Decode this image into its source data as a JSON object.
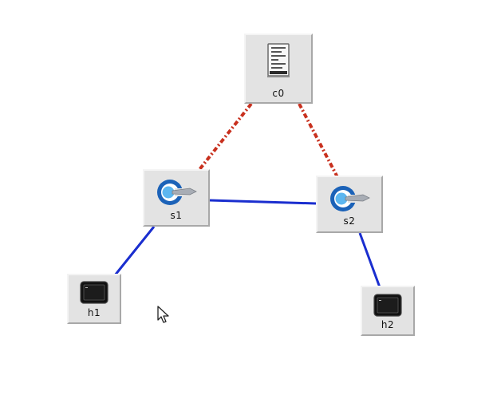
{
  "colors": {
    "data_link": "#1a2ecf",
    "control_link": "#c8301e",
    "node_background": "#e3e3e3"
  },
  "nodes": {
    "c0": {
      "label": "c0",
      "kind": "controller",
      "icon": "server-icon"
    },
    "s1": {
      "label": "s1",
      "kind": "switch",
      "icon": "switch-icon"
    },
    "s2": {
      "label": "s2",
      "kind": "switch",
      "icon": "switch-icon"
    },
    "h1": {
      "label": "h1",
      "kind": "host",
      "icon": "terminal-icon"
    },
    "h2": {
      "label": "h2",
      "kind": "host",
      "icon": "terminal-icon"
    }
  },
  "links": [
    {
      "from": "c0",
      "to": "s1",
      "type": "control"
    },
    {
      "from": "c0",
      "to": "s2",
      "type": "control"
    },
    {
      "from": "s1",
      "to": "s2",
      "type": "data"
    },
    {
      "from": "s1",
      "to": "h1",
      "type": "data"
    },
    {
      "from": "s2",
      "to": "h2",
      "type": "data"
    }
  ]
}
